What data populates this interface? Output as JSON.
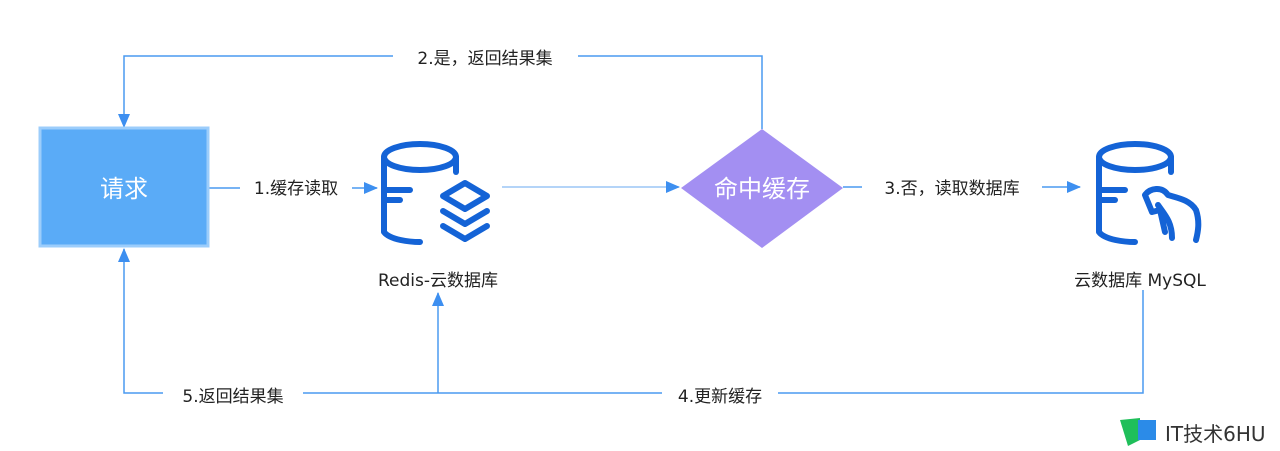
{
  "nodes": {
    "request": "请求",
    "redis": "Redis-云数据库",
    "decision": "命中缓存",
    "mysql": "云数据库 MySQL"
  },
  "edges": {
    "step1": "1.缓存读取",
    "step2": "2.是，返回结果集",
    "step3": "3.否，读取数据库",
    "step4": "4.更新缓存",
    "step5": "5.返回结果集"
  },
  "watermark": "IT技术6HU",
  "colors": {
    "line": "#4a9af0",
    "request_fill": "#5aabf7",
    "decision_fill": "#a38ff2",
    "icon": "#1463d6"
  }
}
